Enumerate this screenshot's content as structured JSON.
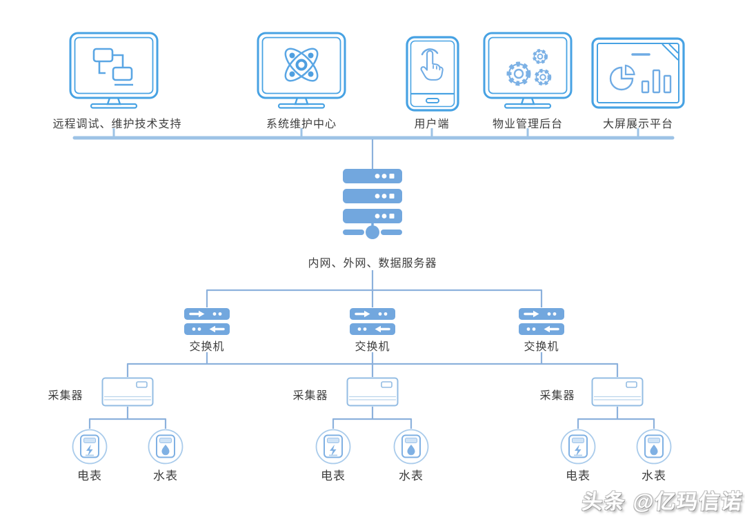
{
  "top_devices": [
    {
      "label": "远程调试、维护技术支持",
      "icon": "flowchart-monitor-icon"
    },
    {
      "label": "系统维护中心",
      "icon": "atom-monitor-icon"
    },
    {
      "label": "用户端",
      "icon": "touch-phone-icon"
    },
    {
      "label": "物业管理后台",
      "icon": "gears-monitor-icon"
    },
    {
      "label": "大屏展示平台",
      "icon": "dashboard-screen-icon"
    }
  ],
  "server": {
    "label": "内网、外网、数据服务器"
  },
  "switches": [
    {
      "label": "交换机"
    },
    {
      "label": "交换机"
    },
    {
      "label": "交换机"
    }
  ],
  "collectors": [
    {
      "label": "采集器"
    },
    {
      "label": "采集器"
    },
    {
      "label": "采集器"
    }
  ],
  "meter_groups": [
    {
      "meters": [
        {
          "label": "电表",
          "type": "electric"
        },
        {
          "label": "水表",
          "type": "water"
        }
      ]
    },
    {
      "meters": [
        {
          "label": "电表",
          "type": "electric"
        },
        {
          "label": "水表",
          "type": "water"
        }
      ]
    },
    {
      "meters": [
        {
          "label": "电表",
          "type": "electric"
        },
        {
          "label": "水表",
          "type": "water"
        }
      ]
    }
  ],
  "watermark": "头条 @亿玛信诺",
  "colors": {
    "device_outline": "#47a2e3",
    "inner_icon": "#6fabe4",
    "node_fill": "#72a7de",
    "thin_line": "#8cb1dc",
    "bus_line": "#9dc3e6",
    "light_outline": "#9bbfe2",
    "text": "#3c3c3c"
  }
}
